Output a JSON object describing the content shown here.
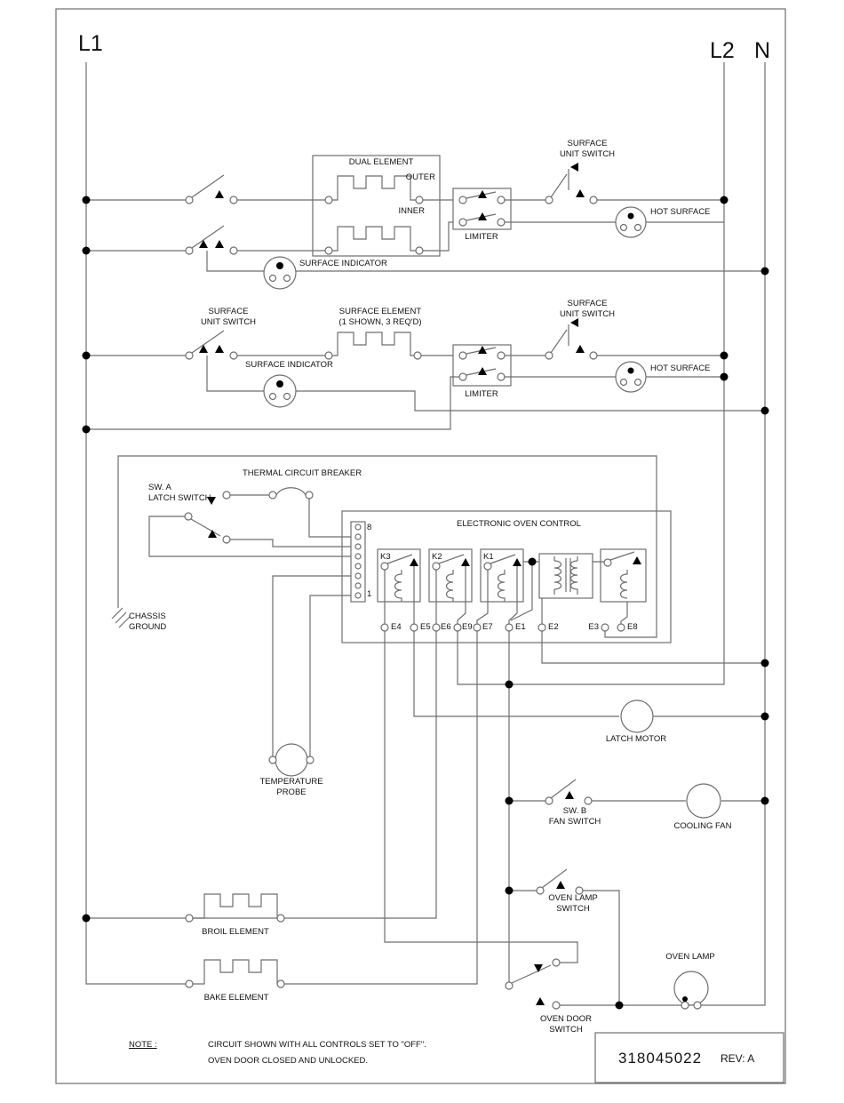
{
  "colors": {
    "line": "#6e6e6e",
    "text": "#111111",
    "dot": "#000000"
  },
  "rails": {
    "l1": "L1",
    "l2": "L2",
    "n": "N"
  },
  "row1": {
    "dual_element": "DUAL ELEMENT",
    "outer": "OUTER",
    "inner": "INNER",
    "limiter": "LIMITER",
    "surface_unit_switch": "SURFACE\nUNIT SWITCH",
    "hot_surface": "HOT SURFACE",
    "surface_indicator": "SURFACE INDICATOR"
  },
  "row2": {
    "surface_unit_switch_left": "SURFACE\nUNIT SWITCH",
    "surface_element": "SURFACE ELEMENT\n(1 SHOWN, 3 REQ'D)",
    "surface_indicator": "SURFACE INDICATOR",
    "limiter": "LIMITER",
    "surface_unit_switch_right": "SURFACE\nUNIT SWITCH",
    "hot_surface": "HOT SURFACE"
  },
  "eoc": {
    "title": "ELECTRONIC OVEN CONTROL",
    "thermal_breaker": "THERMAL CIRCUIT BREAKER",
    "sw_a": "SW. A\nLATCH SWITCH",
    "chassis_ground": "CHASSIS\nGROUND",
    "pin_top": "8",
    "pin_bottom": "1",
    "k3": "K3",
    "k2": "K2",
    "k1": "K1",
    "e4": "E4",
    "e5": "E5",
    "e6": "E6",
    "e9": "E9",
    "e7": "E7",
    "e1": "E1",
    "e2": "E2",
    "e3": "E3",
    "e8": "E8"
  },
  "components": {
    "latch_motor": "LATCH MOTOR",
    "sw_b": "SW. B\nFAN SWITCH",
    "cooling_fan": "COOLING FAN",
    "temperature_probe": "TEMPERATURE\nPROBE",
    "broil_element": "BROIL ELEMENT",
    "bake_element": "BAKE ELEMENT",
    "oven_lamp_switch": "OVEN LAMP\nSWITCH",
    "oven_door_switch": "OVEN DOOR\nSWITCH",
    "oven_lamp": "OVEN LAMP"
  },
  "footer": {
    "note_label": "NOTE :",
    "note_line1": "CIRCUIT SHOWN WITH ALL CONTROLS SET TO \"OFF\".",
    "note_line2": "OVEN DOOR CLOSED AND UNLOCKED.",
    "part_number": "318045022",
    "rev": "REV: A"
  }
}
